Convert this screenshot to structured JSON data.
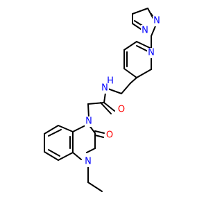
{
  "colors": {
    "carbon": "#000000",
    "nitrogen": "#0000ff",
    "oxygen": "#ff0000",
    "background": "#ffffff"
  },
  "atoms": {
    "n_imidazole_top": "N",
    "n_imidazole_left": "N",
    "n_pyridine": "N",
    "n_amide_h": "H",
    "n_amide": "N",
    "o_amide": "O",
    "n_benzimidazole_top": "N",
    "o_benzimidazolone": "O",
    "n_benzimidazole_bottom": "N"
  }
}
